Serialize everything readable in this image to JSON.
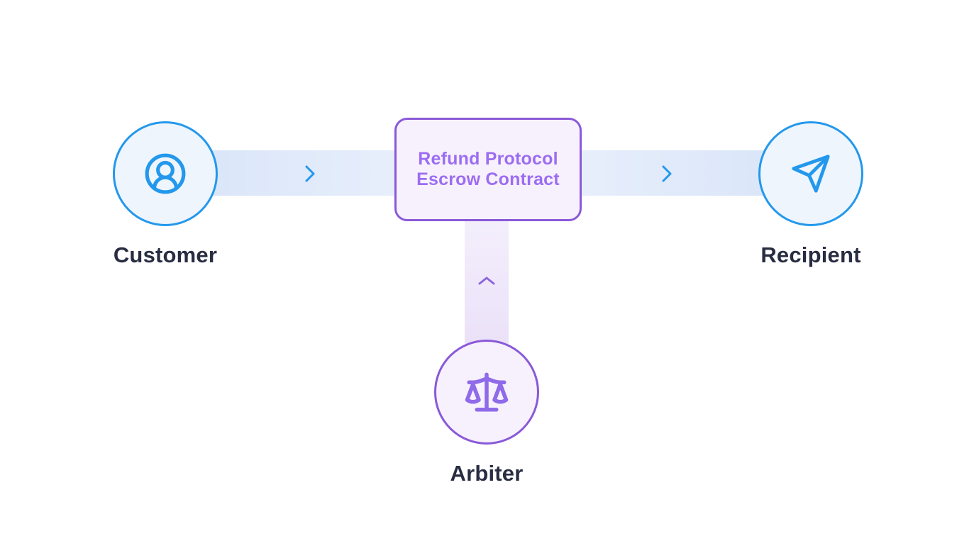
{
  "diagram": {
    "contract_box": {
      "line1": "Refund Protocol",
      "line2": "Escrow Contract"
    },
    "nodes": {
      "customer": {
        "label": "Customer",
        "icon": "user-icon"
      },
      "recipient": {
        "label": "Recipient",
        "icon": "send-icon"
      },
      "arbiter": {
        "label": "Arbiter",
        "icon": "scale-icon"
      }
    },
    "connectors": {
      "customer_to_contract": {
        "direction": "right"
      },
      "contract_to_recipient": {
        "direction": "right"
      },
      "arbiter_to_contract": {
        "direction": "up"
      }
    }
  },
  "colors": {
    "blue": "#2398ec",
    "blue_fill": "#eff5fd",
    "band_blue_edge": "#d7e4f8",
    "band_blue_mid": "#eaf0fc",
    "purple": "#8a59d8",
    "purple_text": "#9c6df1",
    "purple_fill": "#f7f1fd",
    "band_purple_top": "#f4effc",
    "band_purple_bottom": "#e7dcf7",
    "chevron_purple": "#8d66de",
    "label": "#282d42",
    "background": "#ffffff"
  }
}
